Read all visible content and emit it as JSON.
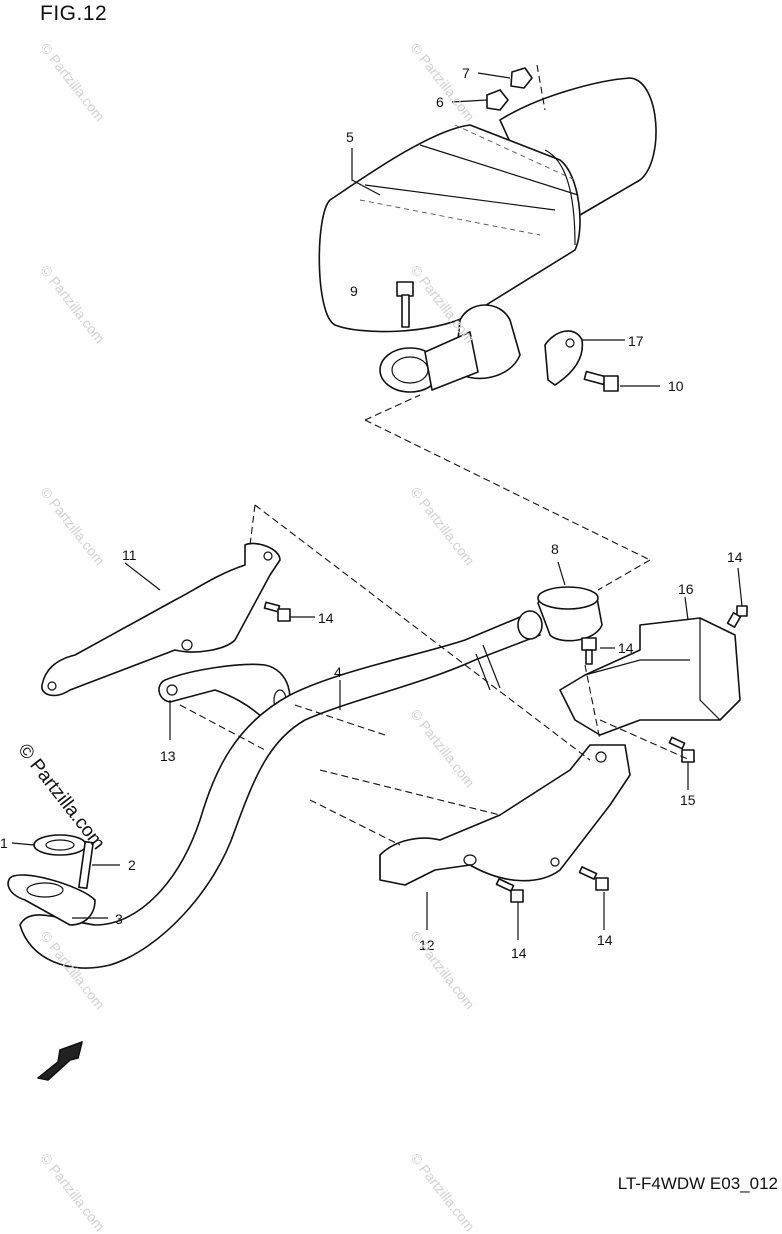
{
  "figure": {
    "title": "FIG.12",
    "code": "LT-F4WDW E03_012",
    "copyright": "© Partzilla.com"
  },
  "watermark": {
    "text": "© Partzilla.com"
  },
  "callouts": [
    {
      "id": "c7",
      "label": "7"
    },
    {
      "id": "c6",
      "label": "6"
    },
    {
      "id": "c5",
      "label": "5"
    },
    {
      "id": "c9",
      "label": "9"
    },
    {
      "id": "c17",
      "label": "17"
    },
    {
      "id": "c10",
      "label": "10"
    },
    {
      "id": "c11",
      "label": "11"
    },
    {
      "id": "c14a",
      "label": "14"
    },
    {
      "id": "c8",
      "label": "8"
    },
    {
      "id": "c14b",
      "label": "14"
    },
    {
      "id": "c16",
      "label": "16"
    },
    {
      "id": "c14c",
      "label": "14"
    },
    {
      "id": "c4",
      "label": "4"
    },
    {
      "id": "c13",
      "label": "13"
    },
    {
      "id": "c15",
      "label": "15"
    },
    {
      "id": "c1",
      "label": "1"
    },
    {
      "id": "c2",
      "label": "2"
    },
    {
      "id": "c3",
      "label": "3"
    },
    {
      "id": "c12",
      "label": "12"
    },
    {
      "id": "c14d",
      "label": "14"
    },
    {
      "id": "c14e",
      "label": "14"
    }
  ]
}
